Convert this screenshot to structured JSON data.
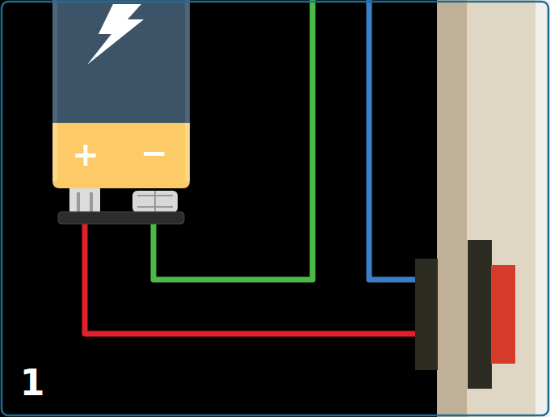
{
  "diagram": {
    "labels": [
      "+",
      "−",
      "1"
    ]
  }
}
